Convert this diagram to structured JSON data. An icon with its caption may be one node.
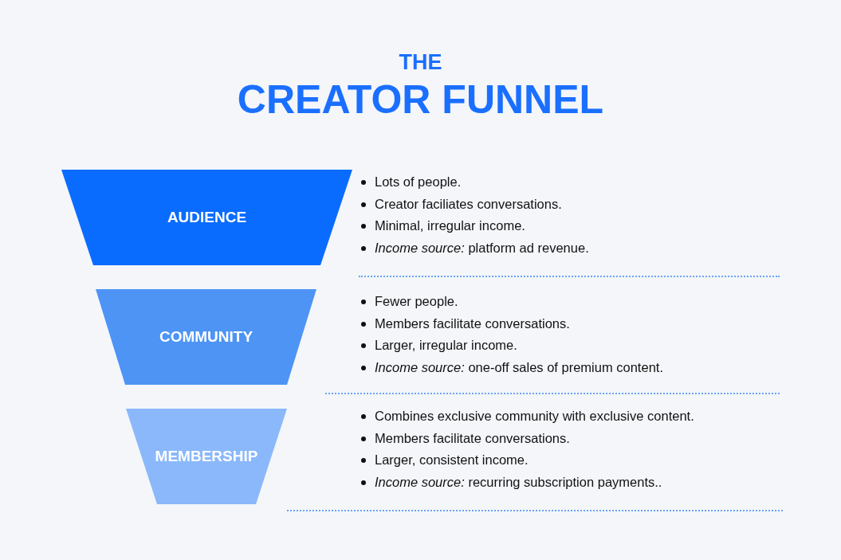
{
  "diagram": {
    "title": "THE CREATOR FUNNEL",
    "nodes": [
      {
        "text": [
          "AUDIENCE"
        ],
        "beside": [
          "Lots of people.",
          "Creator faciliates conversations.",
          "Minimal, irregular income.",
          "*Income source:* platform ad revenue."
        ]
      },
      {
        "text": [
          "COMMUNITY"
        ],
        "beside": [
          "Fewer people.",
          "Members facilitate conversations.",
          "Larger, irregular income.",
          "*Income source:* one-off sales of premium content."
        ]
      },
      {
        "text": [
          "MEMBERSHIP"
        ],
        "beside": [
          "Combines exclusive community with exclusive content.",
          "Members facilitate conversations.",
          "Larger, consistent income.",
          "*Income source:* recurring subscription payments.."
        ]
      }
    ]
  }
}
